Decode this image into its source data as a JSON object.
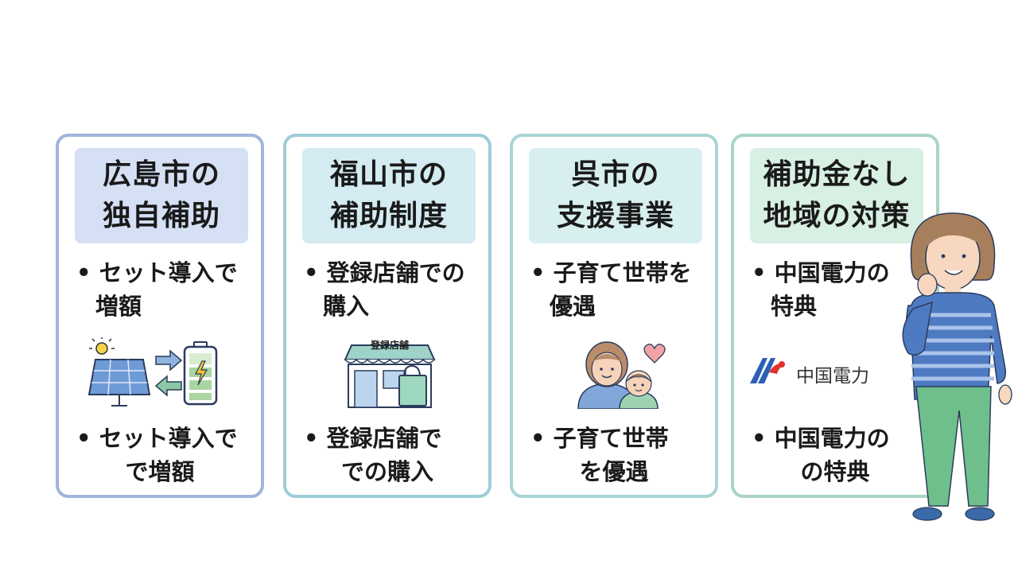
{
  "cards": [
    {
      "title": [
        "広島市の",
        "独自補助"
      ],
      "top_bullet": [
        "• セット導入で",
        "増額"
      ],
      "bottom_bullet": [
        "• セット導入で",
        "で増額"
      ]
    },
    {
      "title": [
        "福山市の",
        "補助制度"
      ],
      "top_bullet": [
        "• 登録店舗での",
        "購入"
      ],
      "bottom_bullet": [
        "• 登録店舗で",
        "での購入"
      ],
      "store_sign": "登録店舗"
    },
    {
      "title": [
        "呉市の",
        "支援事業"
      ],
      "top_bullet": [
        "• 子育て世帯を",
        "優遇"
      ],
      "bottom_bullet": [
        "• 子育て世帯",
        "を優遇"
      ]
    },
    {
      "title": [
        "補助金なし",
        "地域の対策"
      ],
      "top_bullet": [
        "• 中国電力の",
        "特典"
      ],
      "bottom_bullet": [
        "• 中国電力の",
        "の特典"
      ],
      "brand_name": "中国電力"
    }
  ],
  "colors": {
    "card1_border": "#9fb5dc",
    "card2_border": "#9ccdd7",
    "card3_border": "#a9d5d6",
    "card4_border": "#a8d6c2"
  },
  "icons": [
    "solar-panel-icon",
    "battery-icon",
    "store-icon",
    "shopping-bag-icon",
    "mother-child-icon",
    "heart-icon",
    "chugoku-electric-logo-icon",
    "woman-illustration"
  ]
}
